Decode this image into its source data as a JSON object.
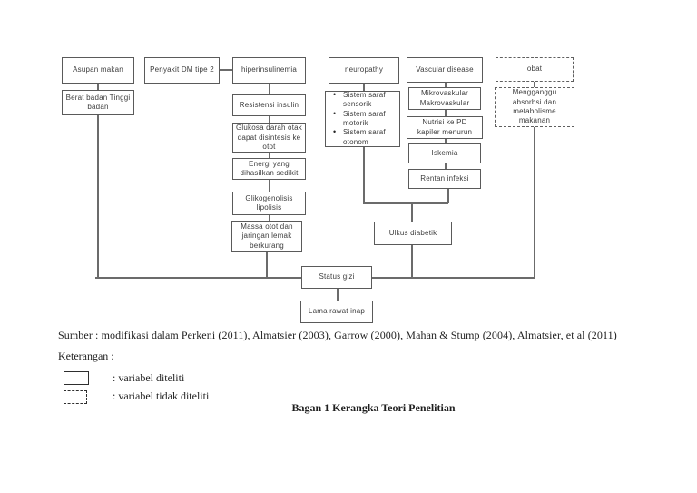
{
  "diagram": {
    "nodes": {
      "asupan_makan": "Asupan makan",
      "berat_badan": "Berat badan Tinggi badan",
      "penyakit_dm": "Penyakit DM tipe 2",
      "hiperinsulinemia": "hiperinsulinemia",
      "resistensi_insulin": "Resistensi insulin",
      "glukosa": "Glukosa darah otak dapat disintesis ke otot",
      "energi": "Energi yang dihasilkan sedikit",
      "glikogenolisis": "Glikogenolisis lipolisis",
      "massa_otot": "Massa otot dan jaringan lemak berkurang",
      "neuropathy": "neuropathy",
      "vascular_disease": "Vascular disease",
      "mikrovaskular": "Mikrovaskular Makrovaskular",
      "nutrisi": "Nutrisi ke PD kapiler menurun",
      "iskemia": "Iskemia",
      "rentan_infeksi": "Rentan infeksi",
      "ulkus_diabetik": "Ulkus diabetik",
      "obat": "obat",
      "mengganggu": "Mengganggu absorbsi dan metabolisme makanan",
      "status_gizi": "Status gizi",
      "lama_rawat_inap": "Lama rawat inap"
    },
    "saraf_items": {
      "0": "Sistem saraf sensorik",
      "1": "Sistem saraf motorik",
      "2": "Sistem saraf otonom"
    }
  },
  "footer": {
    "sumber": "Sumber : modifikasi dalam Perkeni (2011), Almatsier (2003), Garrow (2000), Mahan & Stump (2004), Almatsier, et al (2011)",
    "keterangan": "Keterangan :",
    "legend_solid": ": variabel diteliti",
    "legend_dashed": ": variabel tidak diteliti",
    "caption": "Bagan 1 Kerangka Teori Penelitian"
  }
}
